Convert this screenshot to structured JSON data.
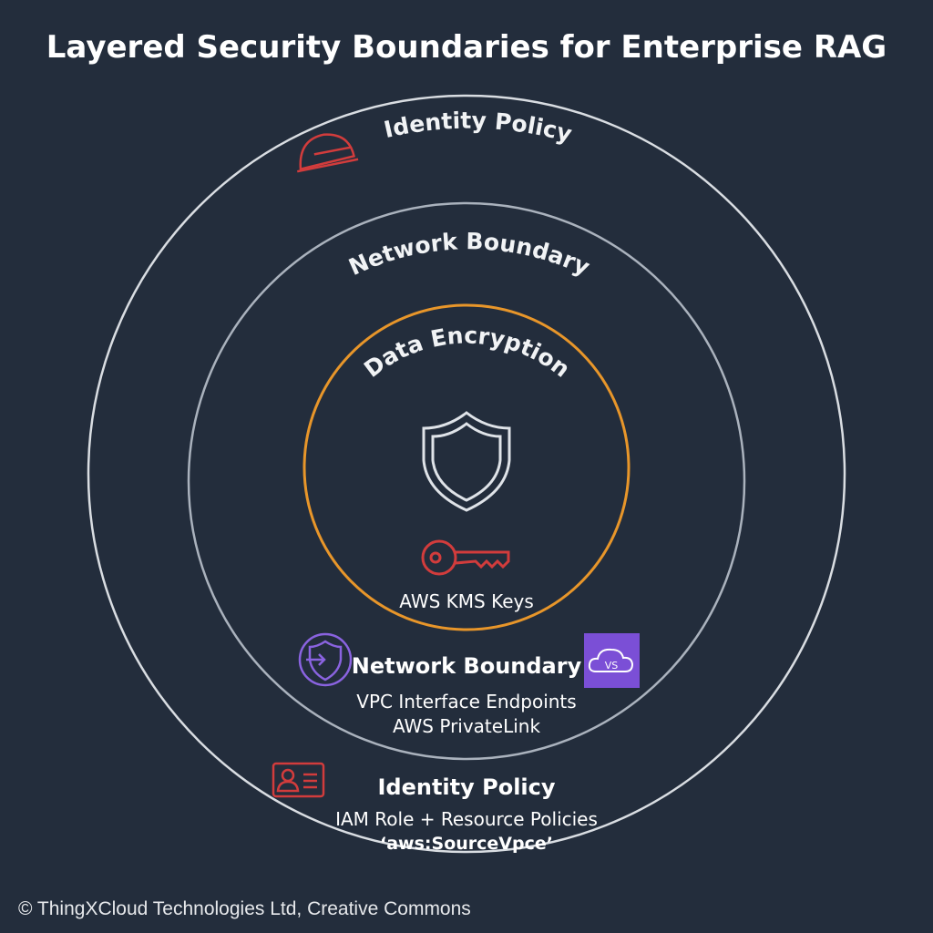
{
  "title": "Layered Security Boundaries for Enterprise RAG",
  "rings": {
    "outer": {
      "label": "Identity Policy",
      "color": "#d9dde2"
    },
    "middle": {
      "label": "Network Boundary",
      "color": "#aab2bd"
    },
    "inner": {
      "label": "Data Encryption",
      "color": "#e8962a"
    }
  },
  "inner_content": {
    "key_label": "AWS KMS Keys",
    "icons": [
      "shield-icon",
      "key-icon"
    ]
  },
  "network_section": {
    "title": "Network Boundary",
    "line1": "VPC Interface Endpoints",
    "line2": "AWS PrivateLink",
    "icons": [
      "shield-enter-icon",
      "vpc-cloud-icon"
    ]
  },
  "identity_section": {
    "title": "Identity Policy",
    "line1": "IAM Role + Resource Policies",
    "line2": "‘aws:SourceVpce’",
    "icons": [
      "id-card-icon",
      "hard-hat-icon"
    ]
  },
  "footer": "© ThingXCloud Technologies Ltd, Creative Commons",
  "colors": {
    "background": "#232d3c",
    "red": "#d23c3c",
    "purple": "#7b4fd6",
    "orange": "#e8962a"
  }
}
